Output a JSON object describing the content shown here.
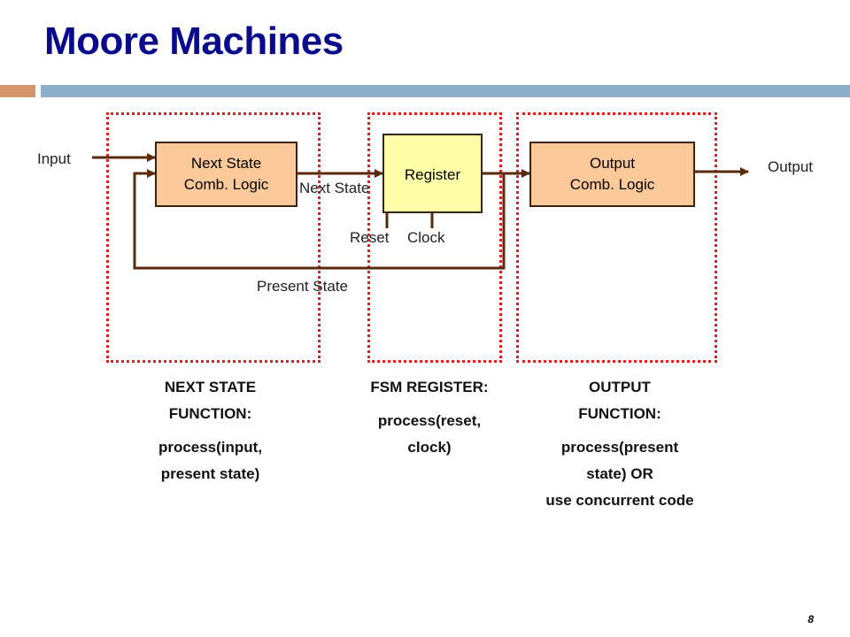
{
  "slide": {
    "title": "Moore Machines",
    "page_number": "8"
  },
  "colors": {
    "title": "#0a0a8c",
    "accent_left": "#d4956a",
    "accent_right": "#8eaec8",
    "logic_box_fill": "#fcc99a",
    "register_fill": "#ffffa8",
    "region_border": "#e02020",
    "wire": "#5a2a0c"
  },
  "diagram": {
    "blocks": {
      "next_state": [
        "Next State",
        "Comb. Logic"
      ],
      "register": "Register",
      "output_logic": [
        "Output",
        "Comb. Logic"
      ]
    },
    "signals": {
      "input": "Input",
      "output": "Output",
      "next_state": "Next State",
      "present_state": "Present State",
      "reset": "Reset",
      "clock": "Clock"
    }
  },
  "captions": {
    "next_state": {
      "heading": [
        "NEXT STATE",
        "FUNCTION:"
      ],
      "code": [
        "process(input,",
        "present state)"
      ]
    },
    "register": {
      "heading": [
        "FSM REGISTER:"
      ],
      "code": [
        "process(reset,",
        "clock)"
      ]
    },
    "output": {
      "heading": [
        "OUTPUT",
        "FUNCTION:"
      ],
      "code": [
        "process(present",
        "state) OR",
        "use concurrent code"
      ]
    }
  }
}
